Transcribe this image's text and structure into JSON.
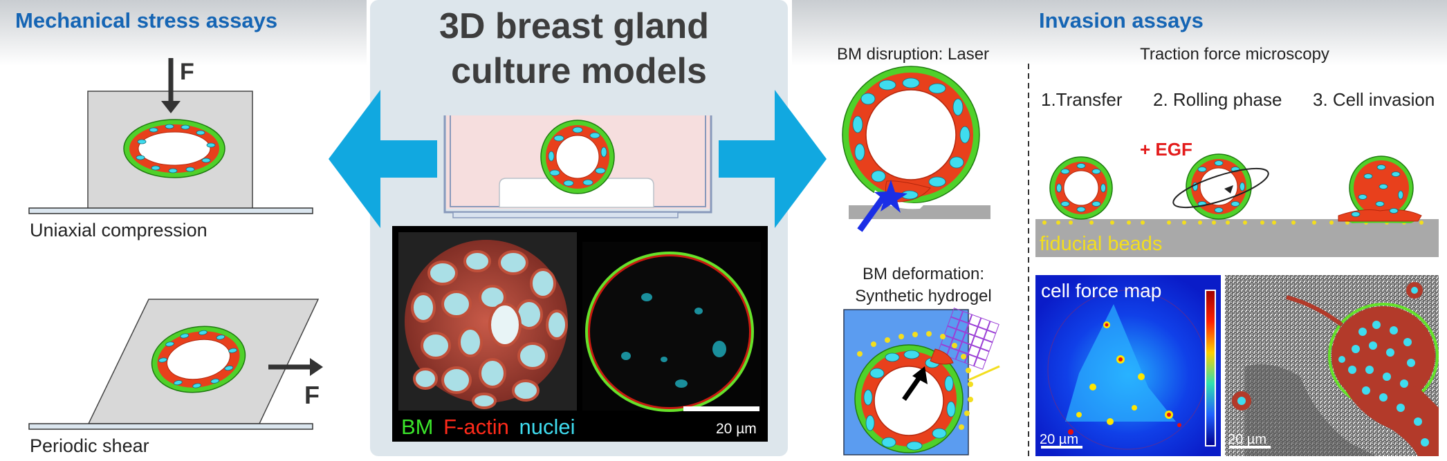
{
  "left_panel": {
    "header": "Mechanical stress assays",
    "force_label_top": "F",
    "compression_label": "Uniaxial compression",
    "force_label_shear": "F",
    "shear_label": "Periodic shear"
  },
  "center_panel": {
    "title_line1": "3D breast gland",
    "title_line2": "culture models",
    "legend_bm": "BM",
    "legend_factin": "F-actin",
    "legend_nuclei": "nuclei",
    "scale_bar": "20 µm"
  },
  "right_panel": {
    "header": "Invasion assays",
    "laser_title": "BM disruption: Laser",
    "hydrogel_title_line1": "BM deformation:",
    "hydrogel_title_line2": "Synthetic hydrogel",
    "tfm_title": "Traction force microscopy",
    "step1": "1.Transfer",
    "step2": "2. Rolling phase",
    "step3": "3. Cell invasion",
    "egf_label": "+ EGF",
    "beads_label": "fiducial beads",
    "force_map_label": "cell force map",
    "scale_left": "20 µm",
    "scale_right": "20 µm"
  },
  "colors": {
    "header_blue": "#1565b4",
    "arrow_blue": "#11a8e0",
    "bm_green": "#4fd12a",
    "cell_red": "#e8401c",
    "nuclei_cyan": "#3fdcef",
    "bead_yellow": "#f3de1e",
    "egf_red": "#e31b1b"
  }
}
